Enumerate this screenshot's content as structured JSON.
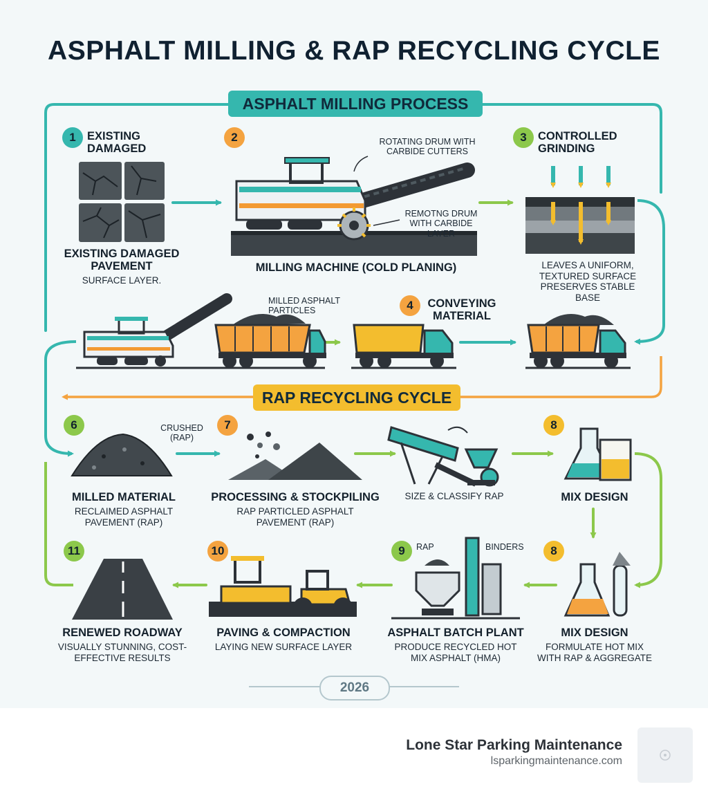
{
  "title": "ASPHALT MILLING & RAP RECYCLING CYCLE",
  "colors": {
    "teal": "#35b7ae",
    "orange": "#f4a340",
    "green": "#8cc84b",
    "yellow": "#f3bd2e",
    "dark": "#2d3238",
    "background": "#f3f8f9"
  },
  "milling_section": {
    "banner": "ASPHALT MILLING PROCESS",
    "step1": {
      "number": "1",
      "heading": "EXISTING DAMAGED",
      "caption": "EXISTING DAMAGED PAVEMENT",
      "sub": "SURFACE LAYER."
    },
    "step2": {
      "number": "2",
      "callout_top": "ROTATING DRUM WITH CARBIDE CUTTERS",
      "callout_bottom": "REMOTNG DRUM WITH CARBIDE LAYER",
      "caption": "MILLING MACHINE (COLD PLANING)"
    },
    "step3": {
      "number": "3",
      "heading": "CONTROLLED GRINDING",
      "caption": "LEAVES A UNIFORM, TEXTURED SURFACE PRESERVES STABLE BASE"
    },
    "step4": {
      "number": "4",
      "heading": "CONVEYING MATERIAL",
      "callout": "MILLED ASPHALT PARTICLES"
    }
  },
  "recycling_section": {
    "banner": "RAP RECYCLING CYCLE",
    "step6": {
      "number": "6",
      "callout": "CRUSHED (RAP)",
      "caption": "MILLED MATERIAL",
      "sub": "RECLAIMED ASPHALT PAVEMENT (RAP)"
    },
    "step7": {
      "number": "7",
      "caption": "PROCESSING & STOCKPILING",
      "sub": "RAP PARTICLED ASPHALT PAVEMENT (RAP)"
    },
    "screen": {
      "caption": "SIZE & CLASSIFY RAP"
    },
    "step8a": {
      "number": "8",
      "caption": "MIX DESIGN"
    },
    "step8b": {
      "number": "8",
      "caption": "MIX DESIGN",
      "sub": "FORMULATE HOT MIX WITH RAP & AGGREGATE"
    },
    "step9": {
      "number": "9",
      "label_rap": "RAP",
      "label_binders": "BINDERS",
      "caption": "ASPHALT BATCH PLANT",
      "sub": "PRODUCE RECYCLED HOT MIX ASPHALT (HMA)"
    },
    "step10": {
      "number": "10",
      "caption": "PAVING & COMPACTION",
      "sub": "LAYING NEW SURFACE LAYER"
    },
    "step11": {
      "number": "11",
      "caption": "RENEWED ROADWAY",
      "sub": "VISUALLY STUNNING, COST-EFFECTIVE RESULTS"
    }
  },
  "year": "2026",
  "footer": {
    "company": "Lone Star Parking Maintenance",
    "website": "lsparkingmaintenance.com"
  }
}
